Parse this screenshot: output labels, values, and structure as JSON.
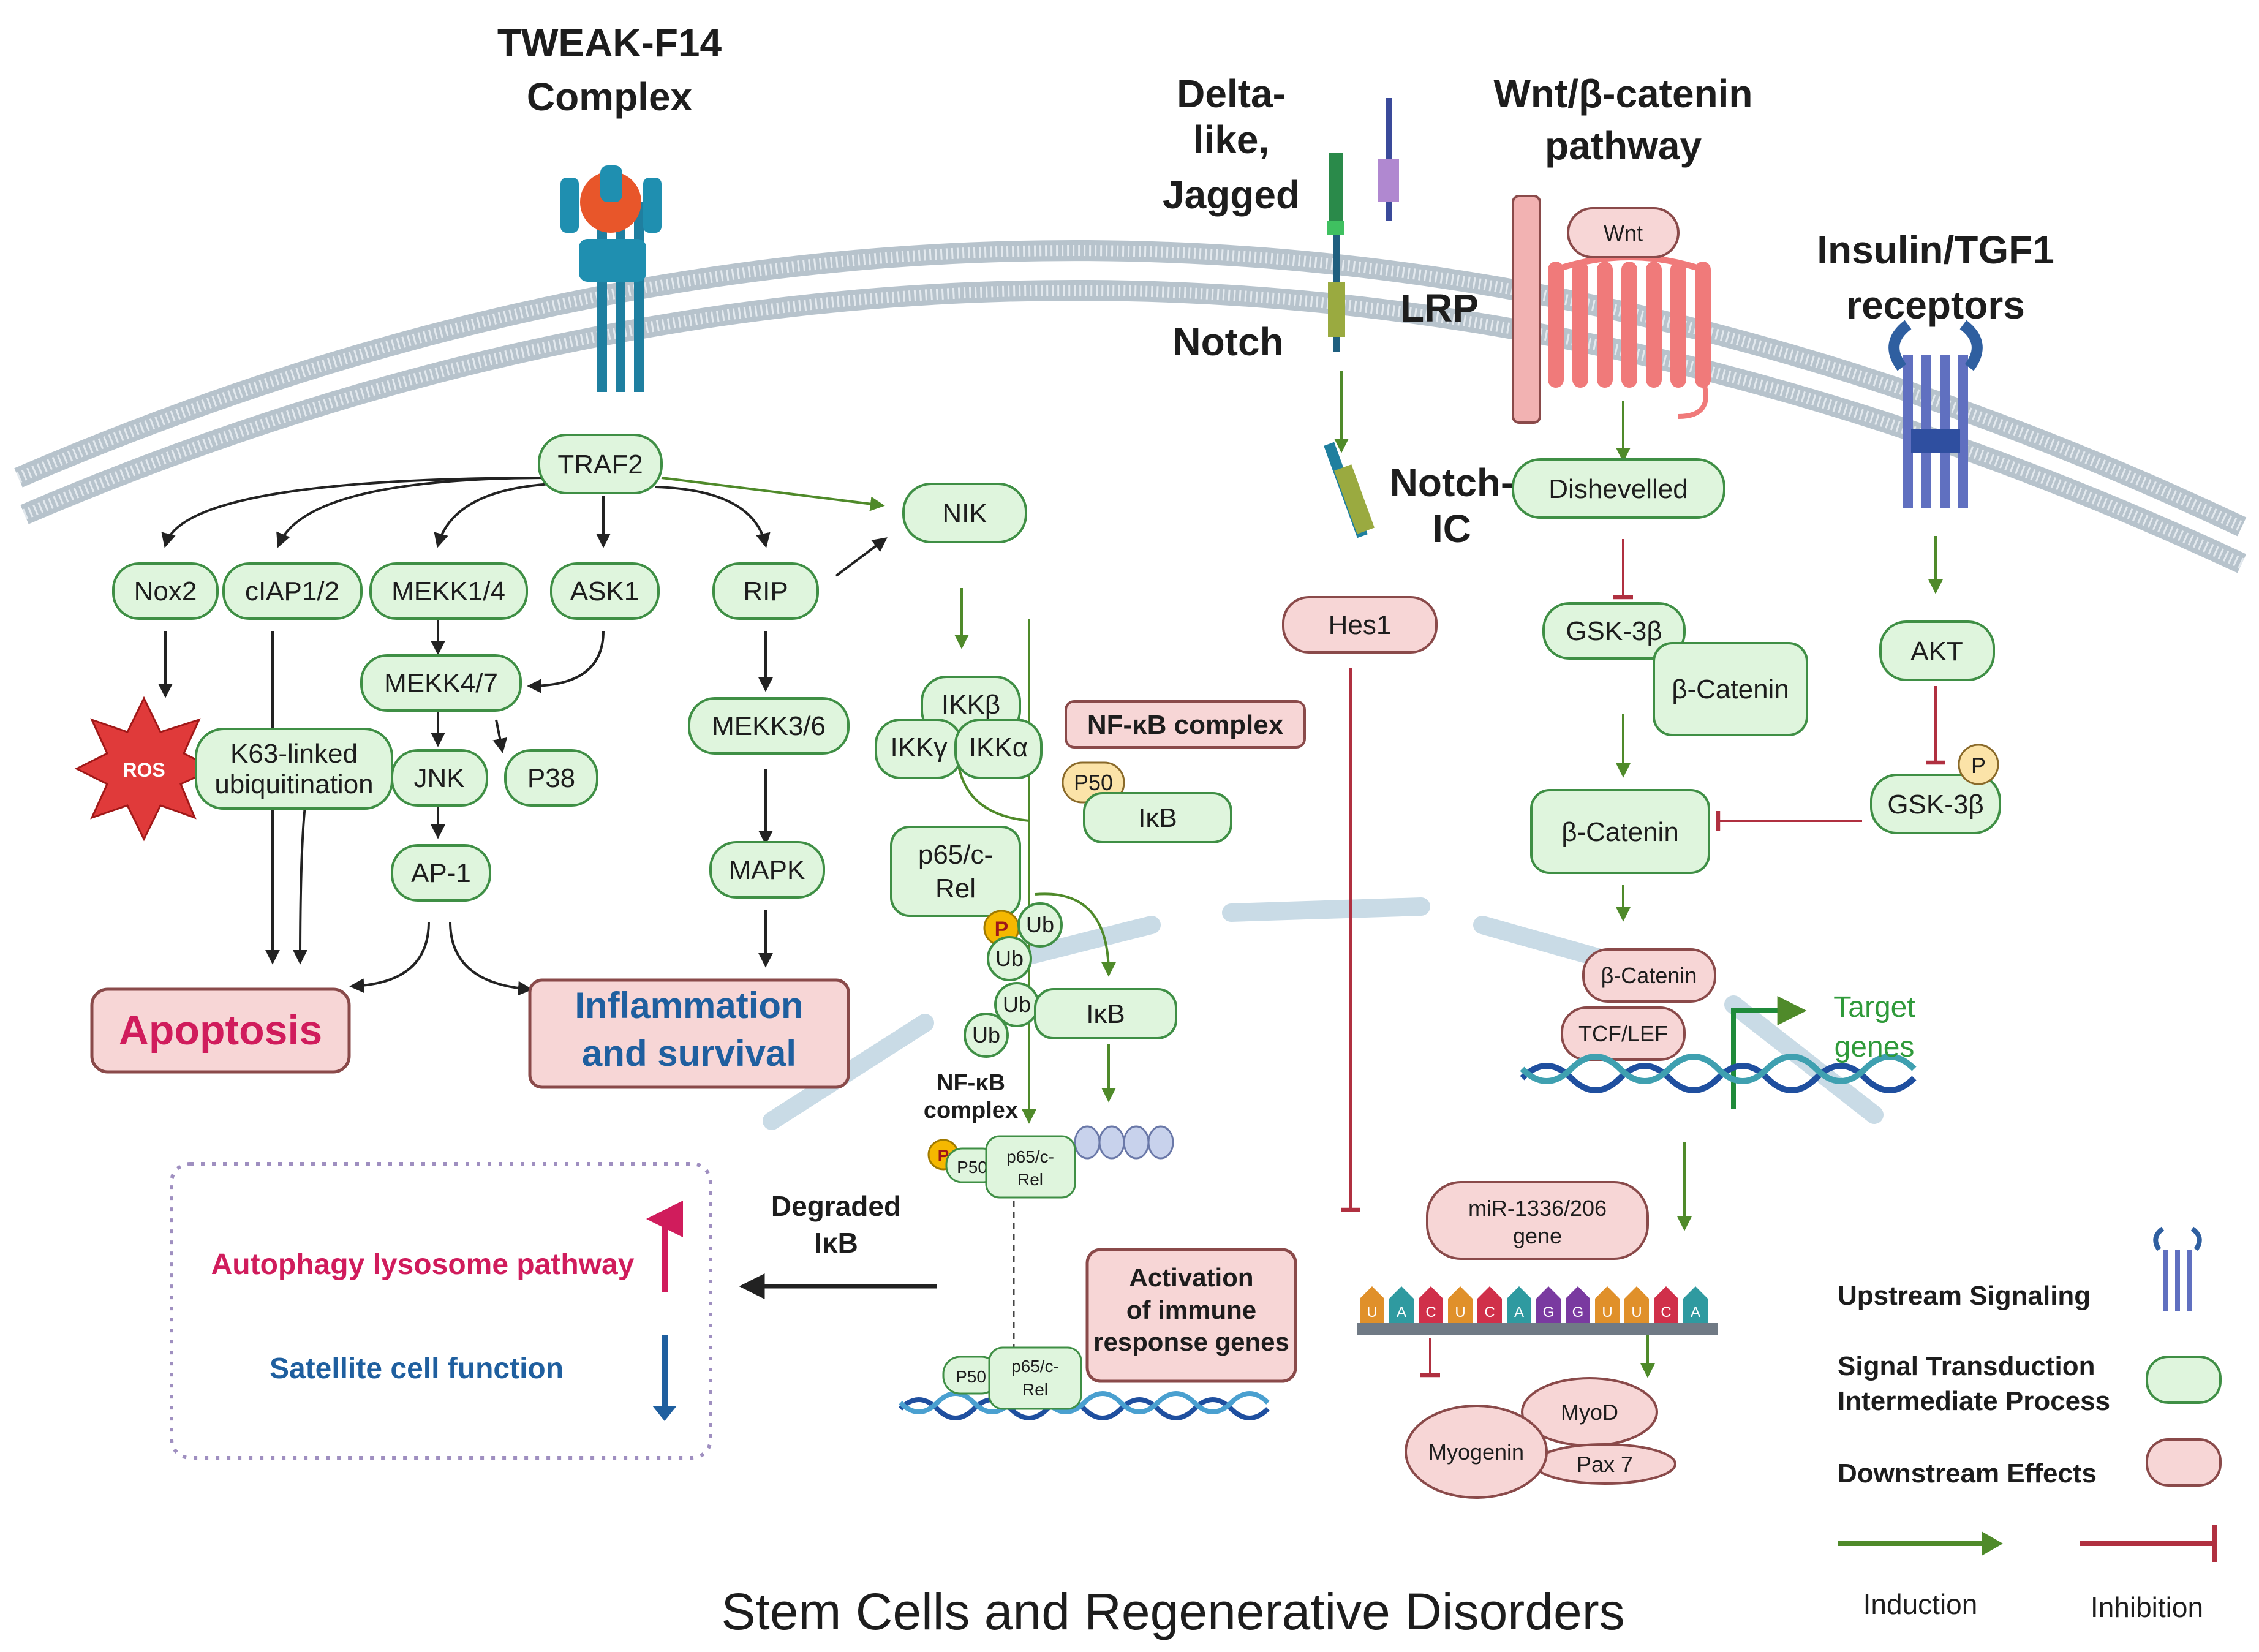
{
  "headings": {
    "tweak": [
      "TWEAK-F14",
      "Complex"
    ],
    "delta": [
      "Delta-",
      "like,",
      "Jagged"
    ],
    "wnt": [
      "Wnt/β-catenin",
      "pathway"
    ],
    "insulin": [
      "Insulin/TGF1",
      "receptors"
    ],
    "notch": "Notch",
    "lrp": "LRP",
    "notch_ic": [
      "Notch-",
      "IC"
    ]
  },
  "nodes": {
    "traf2": "TRAF2",
    "nik": "NIK",
    "nox2": "Nox2",
    "ciap": "cIAP1/2",
    "mekk14": "MEKK1/4",
    "ask1": "ASK1",
    "rip": "RIP",
    "mekk47": "MEKK4/7",
    "mekk36": "MEKK3/6",
    "k63": [
      "K63-linked",
      "ubiquitination"
    ],
    "jnk": "JNK",
    "p38": "P38",
    "ap1": "AP-1",
    "mapk": "MAPK",
    "ros": "ROS",
    "ikkb": "IKKβ",
    "ikkg": "IKKγ",
    "ikka": "IKKα",
    "p65": [
      "p65/c-",
      "Rel"
    ],
    "ikb1": "IκB",
    "ikb2": "IκB",
    "p50": "P50",
    "p": "P",
    "ub": "Ub",
    "nfkb_complex": "NF-κB complex",
    "nfkb_small": [
      "NF-κB",
      "complex"
    ],
    "p65_small": [
      "p65/c-",
      "Rel"
    ],
    "wnt": "Wnt",
    "dishevelled": "Dishevelled",
    "hes1": "Hes1",
    "gsk1": "GSK-3β",
    "bcat1": "β-Catenin",
    "bcat2": "β-Catenin",
    "bcat3": "β-Catenin",
    "tcf": "TCF/LEF",
    "target": [
      "Target",
      "genes"
    ],
    "akt": "AKT",
    "gsk2": "GSK-3β",
    "mir": [
      "miR-1336/206",
      "gene"
    ],
    "myod": "MyoD",
    "myogenin": "Myogenin",
    "pax7": "Pax 7"
  },
  "mrna": [
    "U",
    "A",
    "C",
    "U",
    "C",
    "A",
    "G",
    "G",
    "U",
    "U",
    "C",
    "A"
  ],
  "outcomes": {
    "apoptosis": "Apoptosis",
    "inflammation": [
      "Inflammation",
      "and survival"
    ],
    "activation": [
      "Activation",
      "of immune",
      "response genes"
    ],
    "degraded": [
      "Degraded",
      "IκB"
    ],
    "autophagy": "Autophagy lysosome pathway",
    "satellite": "Satellite cell function"
  },
  "legend": {
    "upstream": "Upstream Signaling",
    "signal": [
      "Signal Transduction",
      "Intermediate Process"
    ],
    "downstream": "Downstream Effects",
    "induction": "Induction",
    "inhibition": "Inhibition"
  },
  "footer": "Stem Cells and Regenerative Disorders",
  "colors": {
    "green_fill": "#dff5dd",
    "green_stroke": "#3f8f45",
    "pink_fill": "#f7d6d6",
    "pink_stroke": "#8a4a4a",
    "induction": "#4f8a2a",
    "inhibition": "#b03040",
    "crimson": "#d01c5c",
    "blue_text": "#1f5f9f",
    "ros": "#e03a3a",
    "receptor_teal": "#1f7fa0",
    "wnt_receptor": "#f07a7a",
    "dna_blue": "#1f4f9f"
  }
}
